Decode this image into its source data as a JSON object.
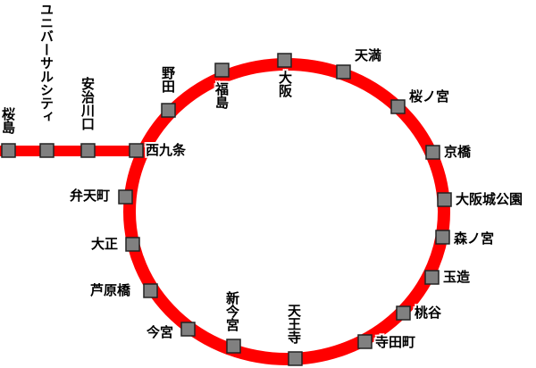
{
  "colors": {
    "line": "#ff0000",
    "station_fill": "#808080",
    "station_stroke": "#222222",
    "label": "#000000"
  },
  "loop_stations": {
    "osaka": "大阪",
    "temma": "天満",
    "sakuranomiya": "桜ノ宮",
    "kyobashi": "京橋",
    "osakajokoen": "大阪城公園",
    "morinomiya": "森ノ宮",
    "tamatsukuri": "玉造",
    "momodani": "桃谷",
    "teradacho": "寺田町",
    "tennoji": "天王寺",
    "shin_imamiya": "新今宮",
    "imamiya": "今宮",
    "ashiharabashi": "芦原橋",
    "taisho": "大正",
    "bentencho": "弁天町",
    "nishikujo": "西九条",
    "noda": "野田",
    "fukushima": "福島"
  },
  "branch_stations": {
    "ajikawaguchi": "安治川口",
    "universal_city": "ユニバーサルシティ",
    "sakurajima": "桜島"
  }
}
